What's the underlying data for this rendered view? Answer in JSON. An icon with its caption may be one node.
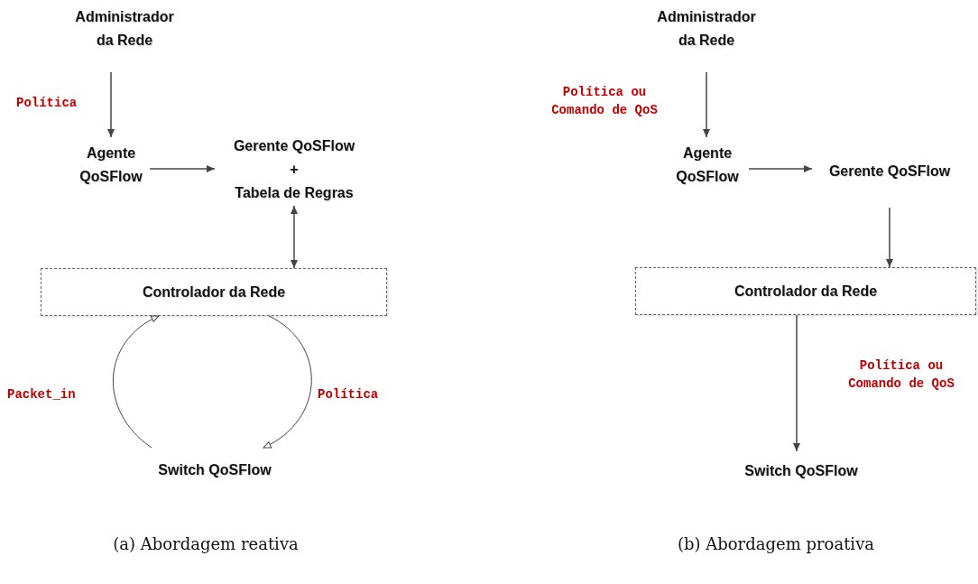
{
  "diagram": {
    "nodes": [
      {
        "text": [
          "Administrador da Rede"
        ]
      },
      {
        "text": [
          "Agente QoSFlow"
        ]
      },
      {
        "text": [
          "Gerente QoSFlow",
          "+",
          "Tabela de Regras"
        ]
      },
      {
        "text": [
          "Controlador da Rede"
        ]
      },
      {
        "text": [
          "Switch QoSFlow"
        ]
      },
      {
        "text": [
          "Administrador da Rede"
        ]
      },
      {
        "text": [
          "Agente QoSFlow"
        ]
      },
      {
        "text": [
          "Gerente QoSFlow"
        ]
      },
      {
        "text": [
          "Controlador da Rede"
        ]
      },
      {
        "text": [
          "Switch QoSFlow"
        ]
      }
    ],
    "edges": [
      {
        "from": 0,
        "to": 1,
        "arrow": "to",
        "label": "Política"
      },
      {
        "from": 1,
        "to": 2,
        "arrow": "to"
      },
      {
        "from": 2,
        "to": 3,
        "arrow": "both"
      },
      {
        "from": 4,
        "to": 3,
        "arrow": "to",
        "label": "Packet_in"
      },
      {
        "from": 3,
        "to": 4,
        "arrow": "to",
        "label": "Política"
      },
      {
        "from": 5,
        "to": 6,
        "arrow": "to",
        "label": "Política ou Comando de QoS"
      },
      {
        "from": 6,
        "to": 7,
        "arrow": "to"
      },
      {
        "from": 7,
        "to": 8,
        "arrow": "to"
      },
      {
        "from": 8,
        "to": 9,
        "arrow": "to",
        "label": "Política ou Comando de QoS"
      }
    ],
    "labels": [
      "(a) Abordagem reativa",
      "(b) Abordagem proativa"
    ]
  }
}
